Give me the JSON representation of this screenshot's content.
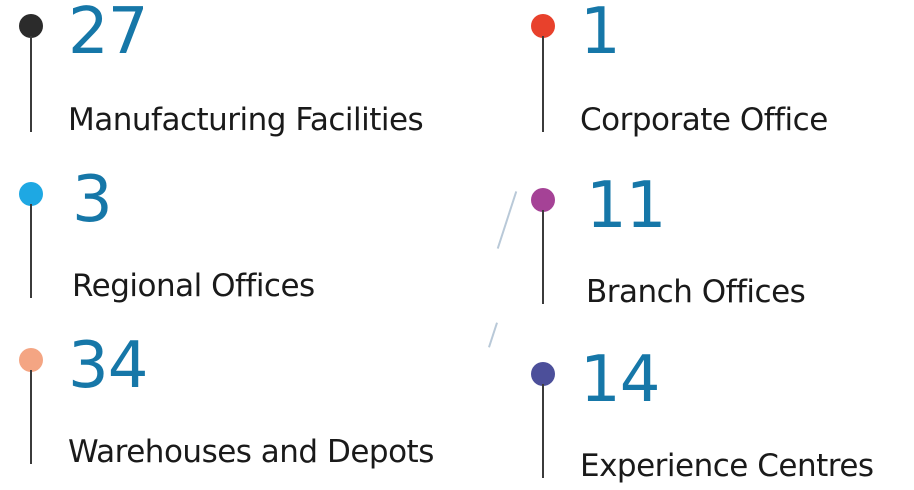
{
  "stats": [
    {
      "value": "27",
      "label": "Manufacturing Facilities",
      "color": "#2b2b2b"
    },
    {
      "value": "1",
      "label": "Corporate Office",
      "color": "#e8412c"
    },
    {
      "value": "3",
      "label": "Regional Offices",
      "color": "#1ea8e3"
    },
    {
      "value": "11",
      "label": "Branch Offices",
      "color": "#a54296"
    },
    {
      "value": "34",
      "label": "Warehouses and Depots",
      "color": "#f4a583"
    },
    {
      "value": "14",
      "label": "Experience Centres",
      "color": "#4c4f9a"
    }
  ]
}
